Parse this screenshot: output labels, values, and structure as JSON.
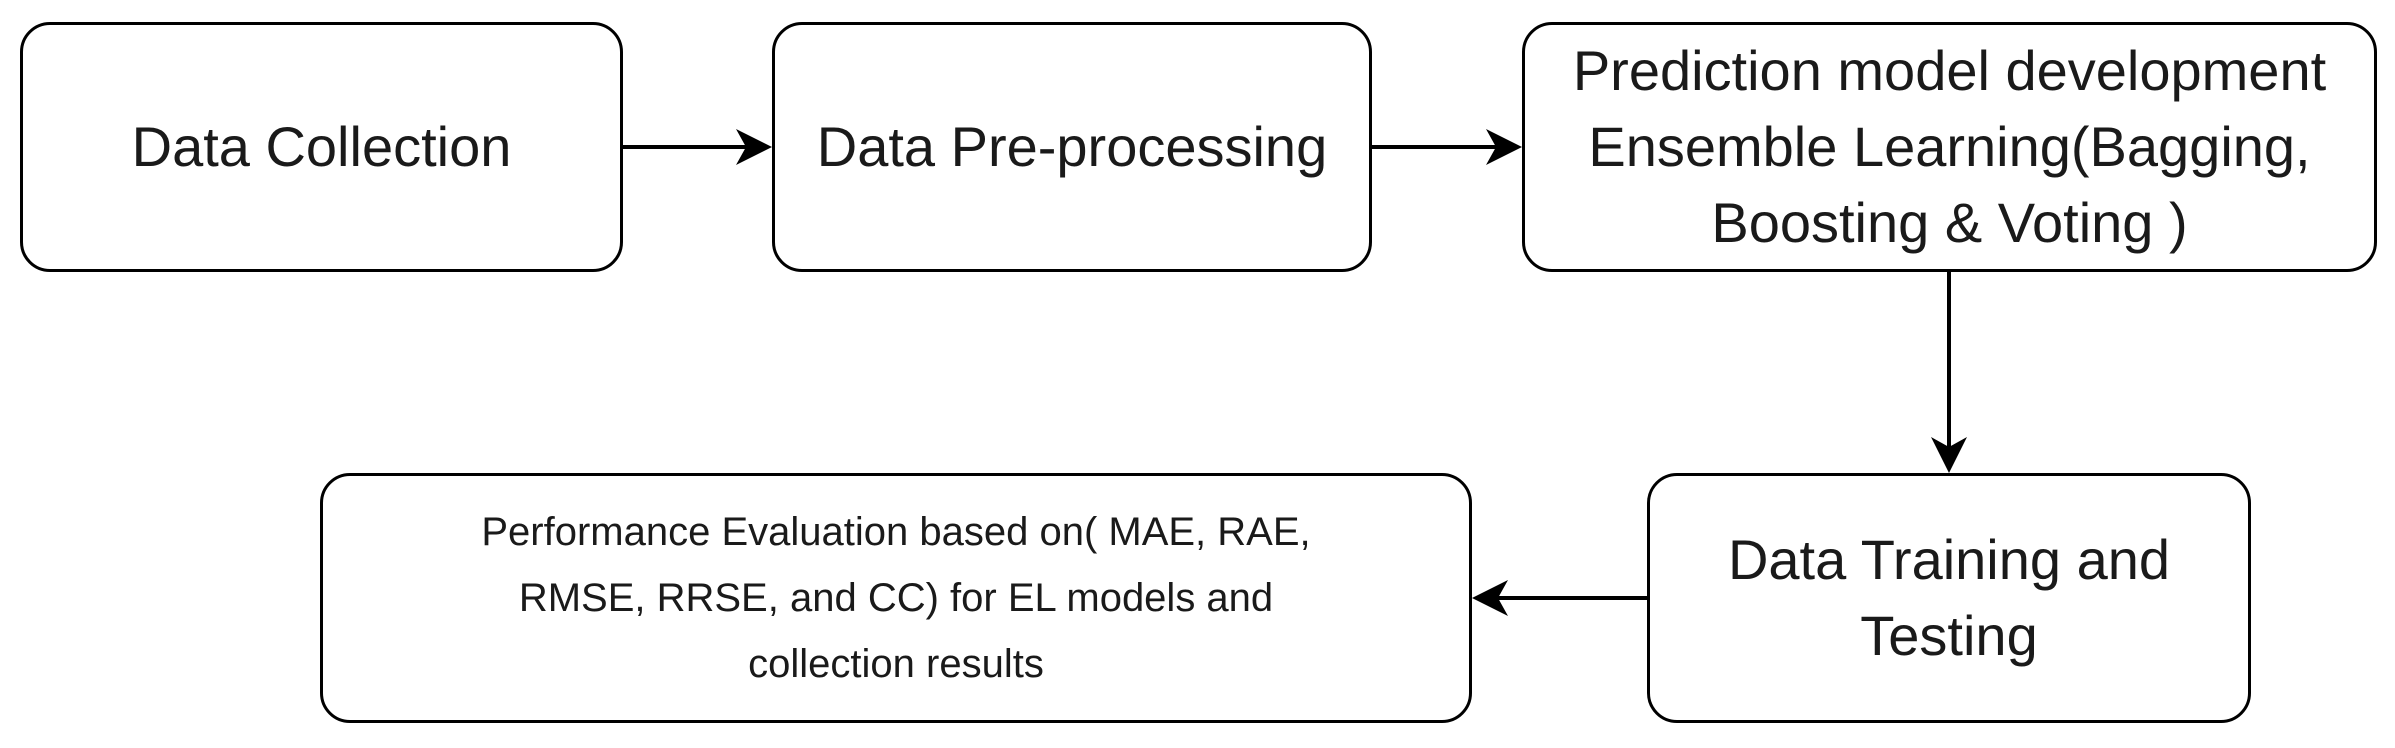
{
  "nodes": {
    "data_collection": {
      "label": "Data Collection"
    },
    "preprocessing": {
      "label": "Data Pre-processing"
    },
    "model_development": {
      "lines": [
        "Prediction model development",
        "Ensemble Learning(Bagging,",
        "Boosting & Voting  )"
      ]
    },
    "training_testing": {
      "lines": [
        "Data Training and",
        "Testing"
      ]
    },
    "evaluation": {
      "lines": [
        "Performance Evaluation based on( MAE, RAE,",
        "RMSE, RRSE, and CC) for EL models and",
        "collection results"
      ]
    }
  },
  "edges": [
    {
      "from": "data_collection",
      "to": "preprocessing"
    },
    {
      "from": "preprocessing",
      "to": "model_development"
    },
    {
      "from": "model_development",
      "to": "training_testing"
    },
    {
      "from": "training_testing",
      "to": "evaluation"
    }
  ],
  "colors": {
    "stroke": "#000000",
    "text": "#1a1a1a",
    "background": "#ffffff"
  }
}
